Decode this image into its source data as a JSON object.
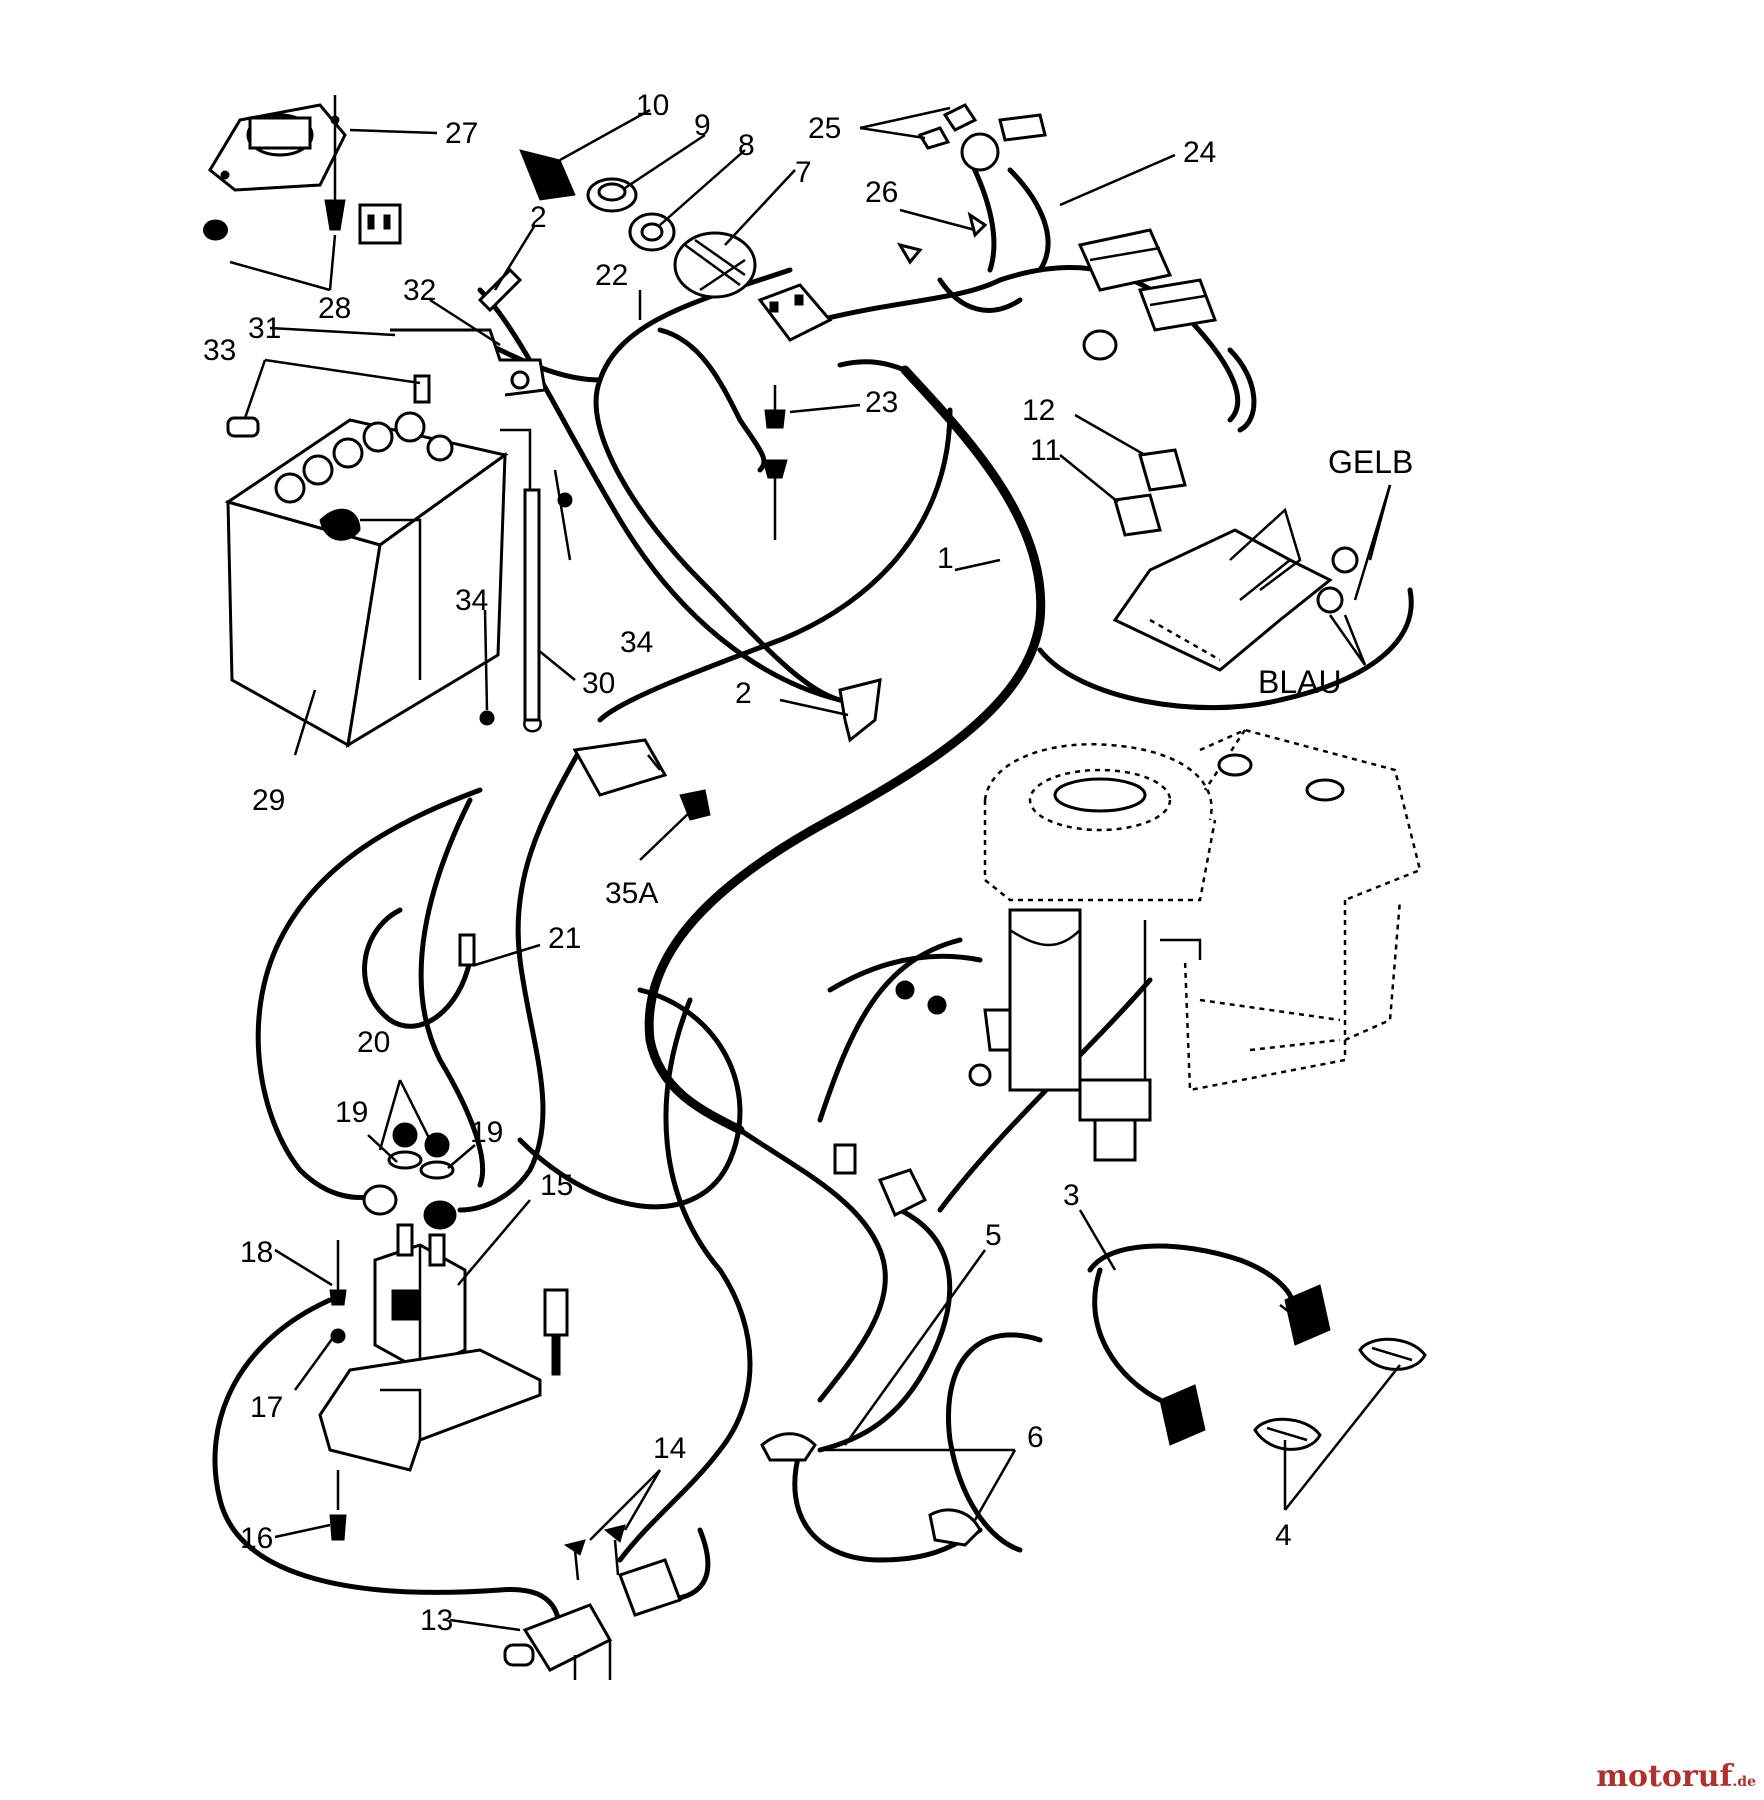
{
  "callouts": [
    {
      "id": "c1",
      "text": "1"
    },
    {
      "id": "c2a",
      "text": "2"
    },
    {
      "id": "c2b",
      "text": "2"
    },
    {
      "id": "c3",
      "text": "3"
    },
    {
      "id": "c4",
      "text": "4"
    },
    {
      "id": "c5",
      "text": "5"
    },
    {
      "id": "c6",
      "text": "6"
    },
    {
      "id": "c7",
      "text": "7"
    },
    {
      "id": "c8",
      "text": "8"
    },
    {
      "id": "c9",
      "text": "9"
    },
    {
      "id": "c10",
      "text": "10"
    },
    {
      "id": "c11",
      "text": "11"
    },
    {
      "id": "c12",
      "text": "12"
    },
    {
      "id": "c13",
      "text": "13"
    },
    {
      "id": "c14",
      "text": "14"
    },
    {
      "id": "c15",
      "text": "15"
    },
    {
      "id": "c16",
      "text": "16"
    },
    {
      "id": "c17",
      "text": "17"
    },
    {
      "id": "c18",
      "text": "18"
    },
    {
      "id": "c19a",
      "text": "19"
    },
    {
      "id": "c19b",
      "text": "19"
    },
    {
      "id": "c20",
      "text": "20"
    },
    {
      "id": "c21",
      "text": "21"
    },
    {
      "id": "c22",
      "text": "22"
    },
    {
      "id": "c23",
      "text": "23"
    },
    {
      "id": "c24",
      "text": "24"
    },
    {
      "id": "c25",
      "text": "25"
    },
    {
      "id": "c26",
      "text": "26"
    },
    {
      "id": "c27",
      "text": "27"
    },
    {
      "id": "c28",
      "text": "28"
    },
    {
      "id": "c29",
      "text": "29"
    },
    {
      "id": "c30",
      "text": "30"
    },
    {
      "id": "c31",
      "text": "31"
    },
    {
      "id": "c32",
      "text": "32"
    },
    {
      "id": "c33",
      "text": "33"
    },
    {
      "id": "c34a",
      "text": "34"
    },
    {
      "id": "c34b",
      "text": "34"
    },
    {
      "id": "c35a",
      "text": "35A"
    }
  ],
  "wire_colors": {
    "yellow": "GELB",
    "blue": "BLAU"
  },
  "watermark": {
    "brand": "motoruf",
    "tld": ".de"
  }
}
